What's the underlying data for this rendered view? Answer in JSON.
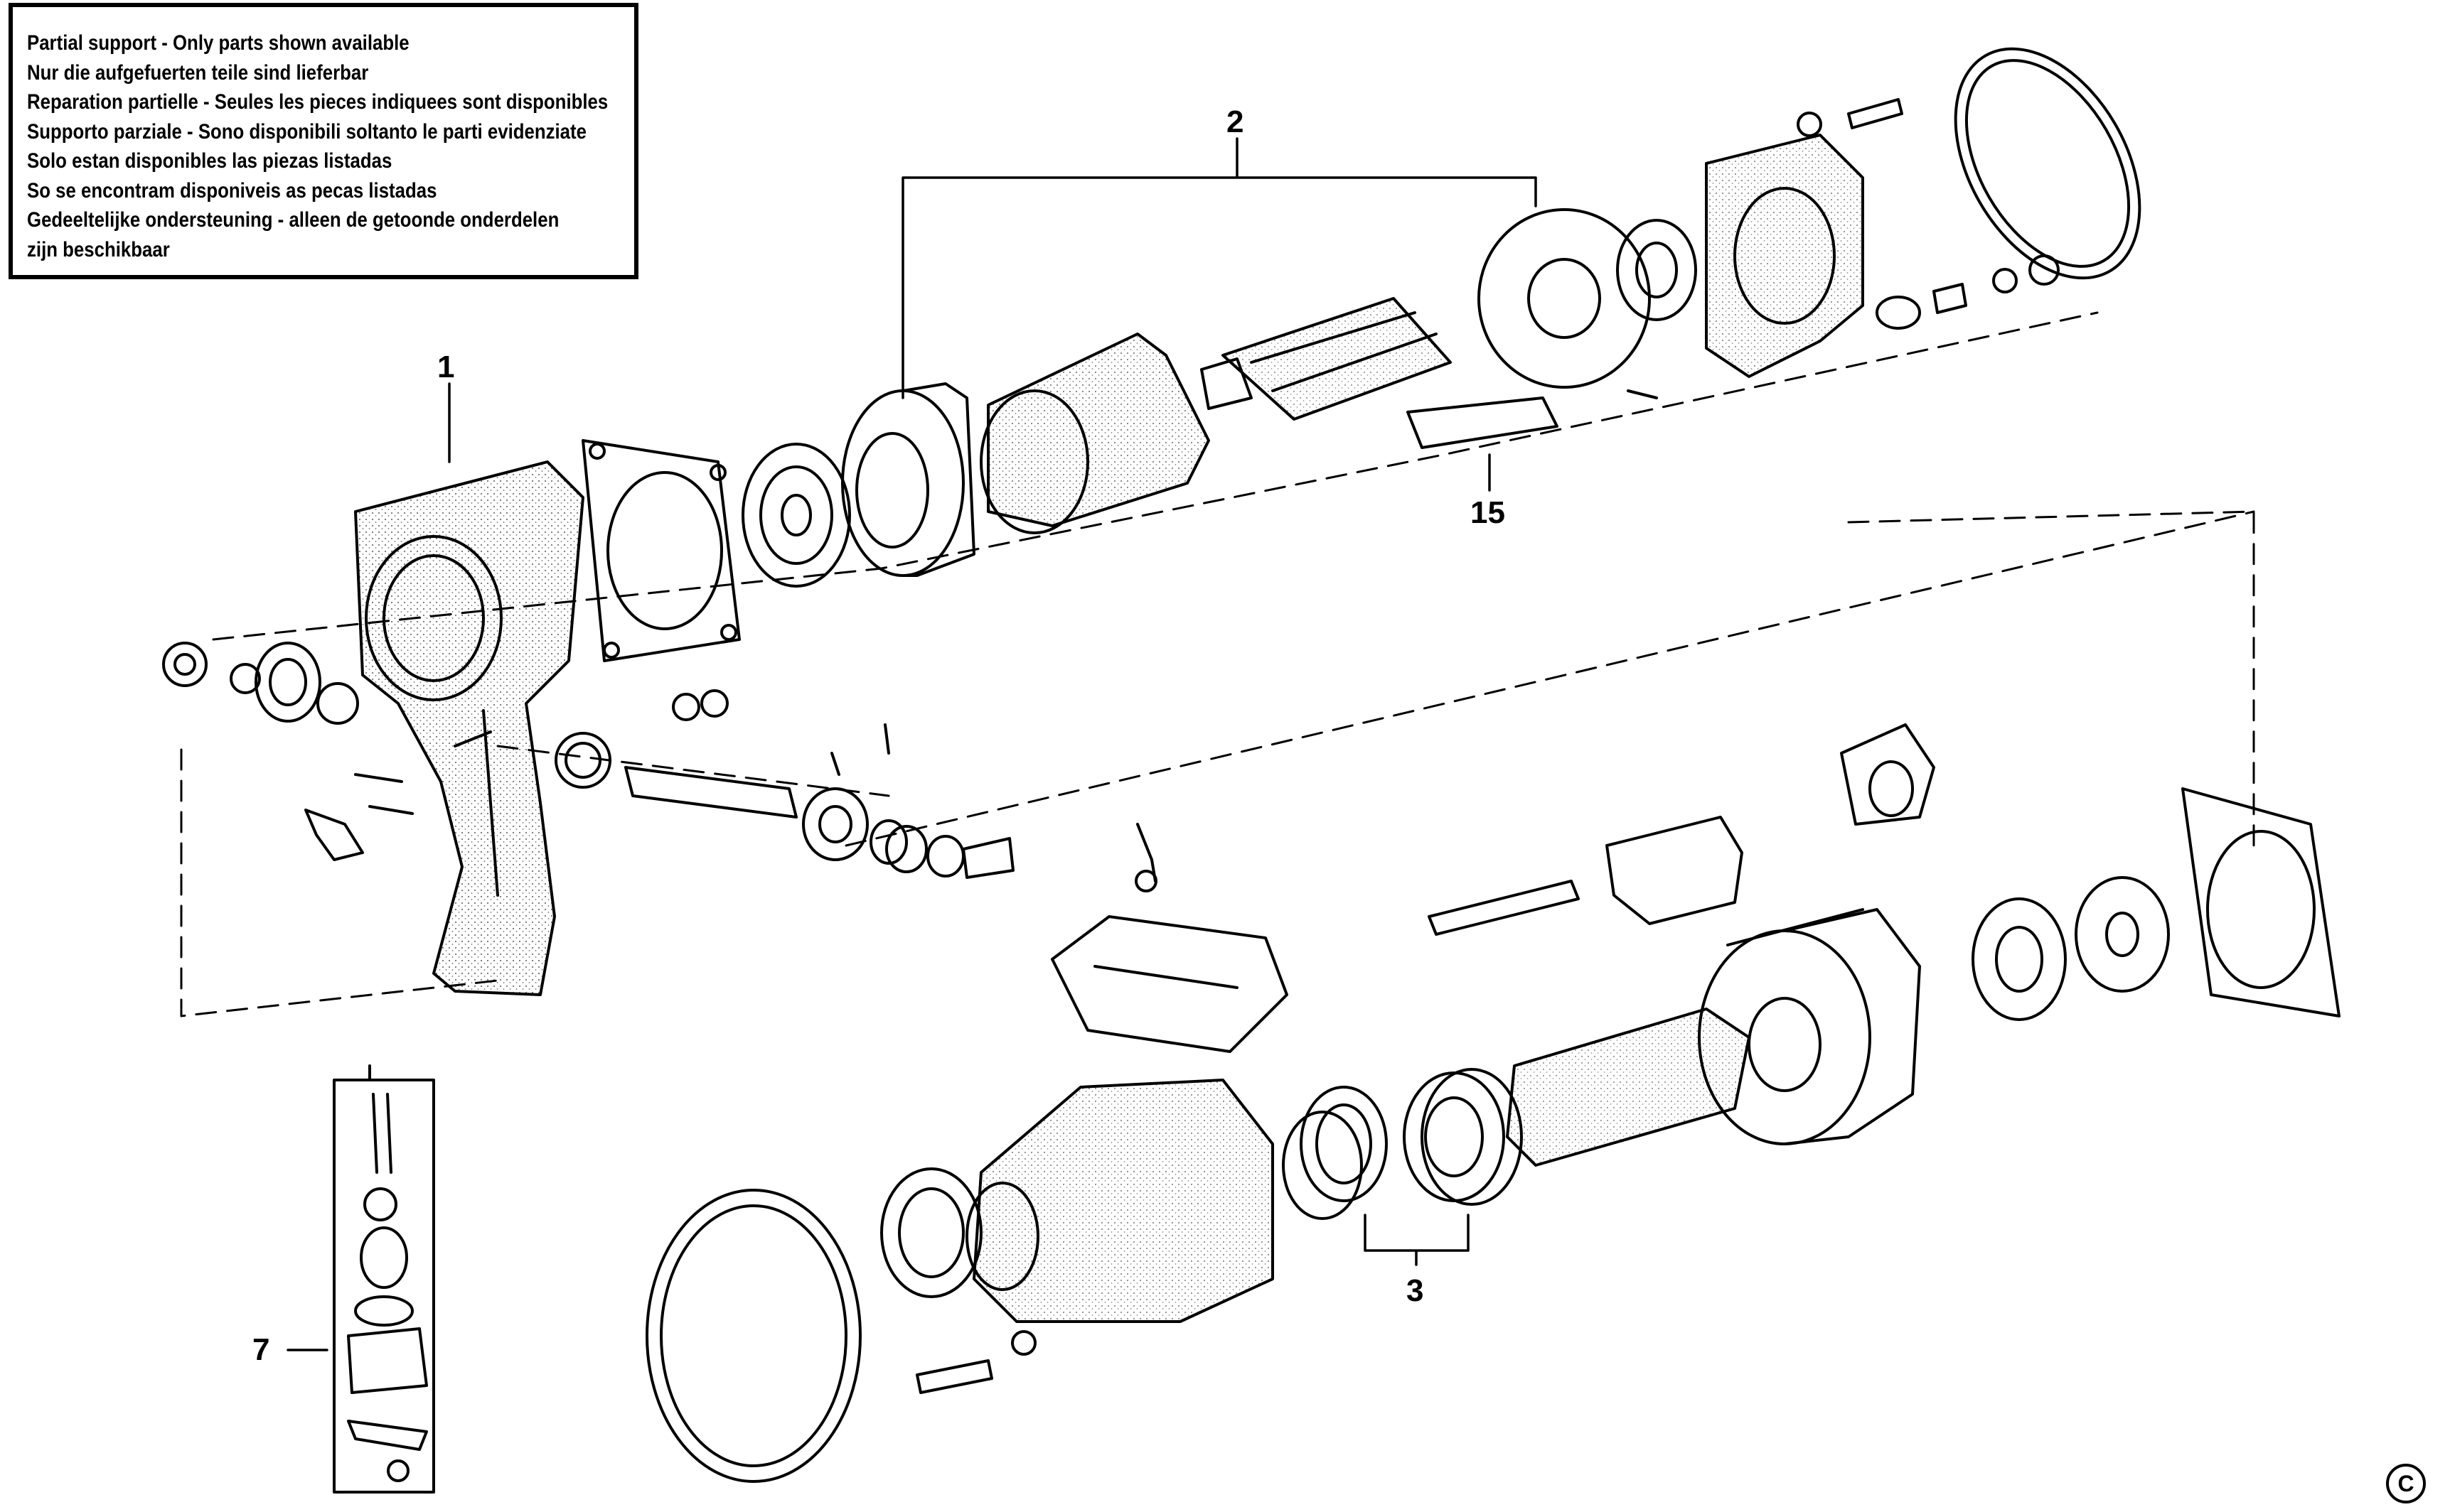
{
  "legend": {
    "lines": [
      "Partial support - Only parts shown available",
      "Nur die aufgefuerten teile sind lieferbar",
      "Reparation partielle - Seules les pieces indiquees sont disponibles",
      "Supporto parziale - Sono disponibili soltanto le parti evidenziate",
      "Solo estan disponibles las piezas listadas",
      "So se encontram disponiveis as pecas listadas",
      "Gedeeltelijke ondersteuning - alleen de getoonde onderdelen",
      "zijn beschikbaar"
    ]
  },
  "callouts": {
    "c1": "1",
    "c2": "2",
    "c3": "3",
    "c7": "7",
    "c15": "15"
  },
  "copyright": "C"
}
